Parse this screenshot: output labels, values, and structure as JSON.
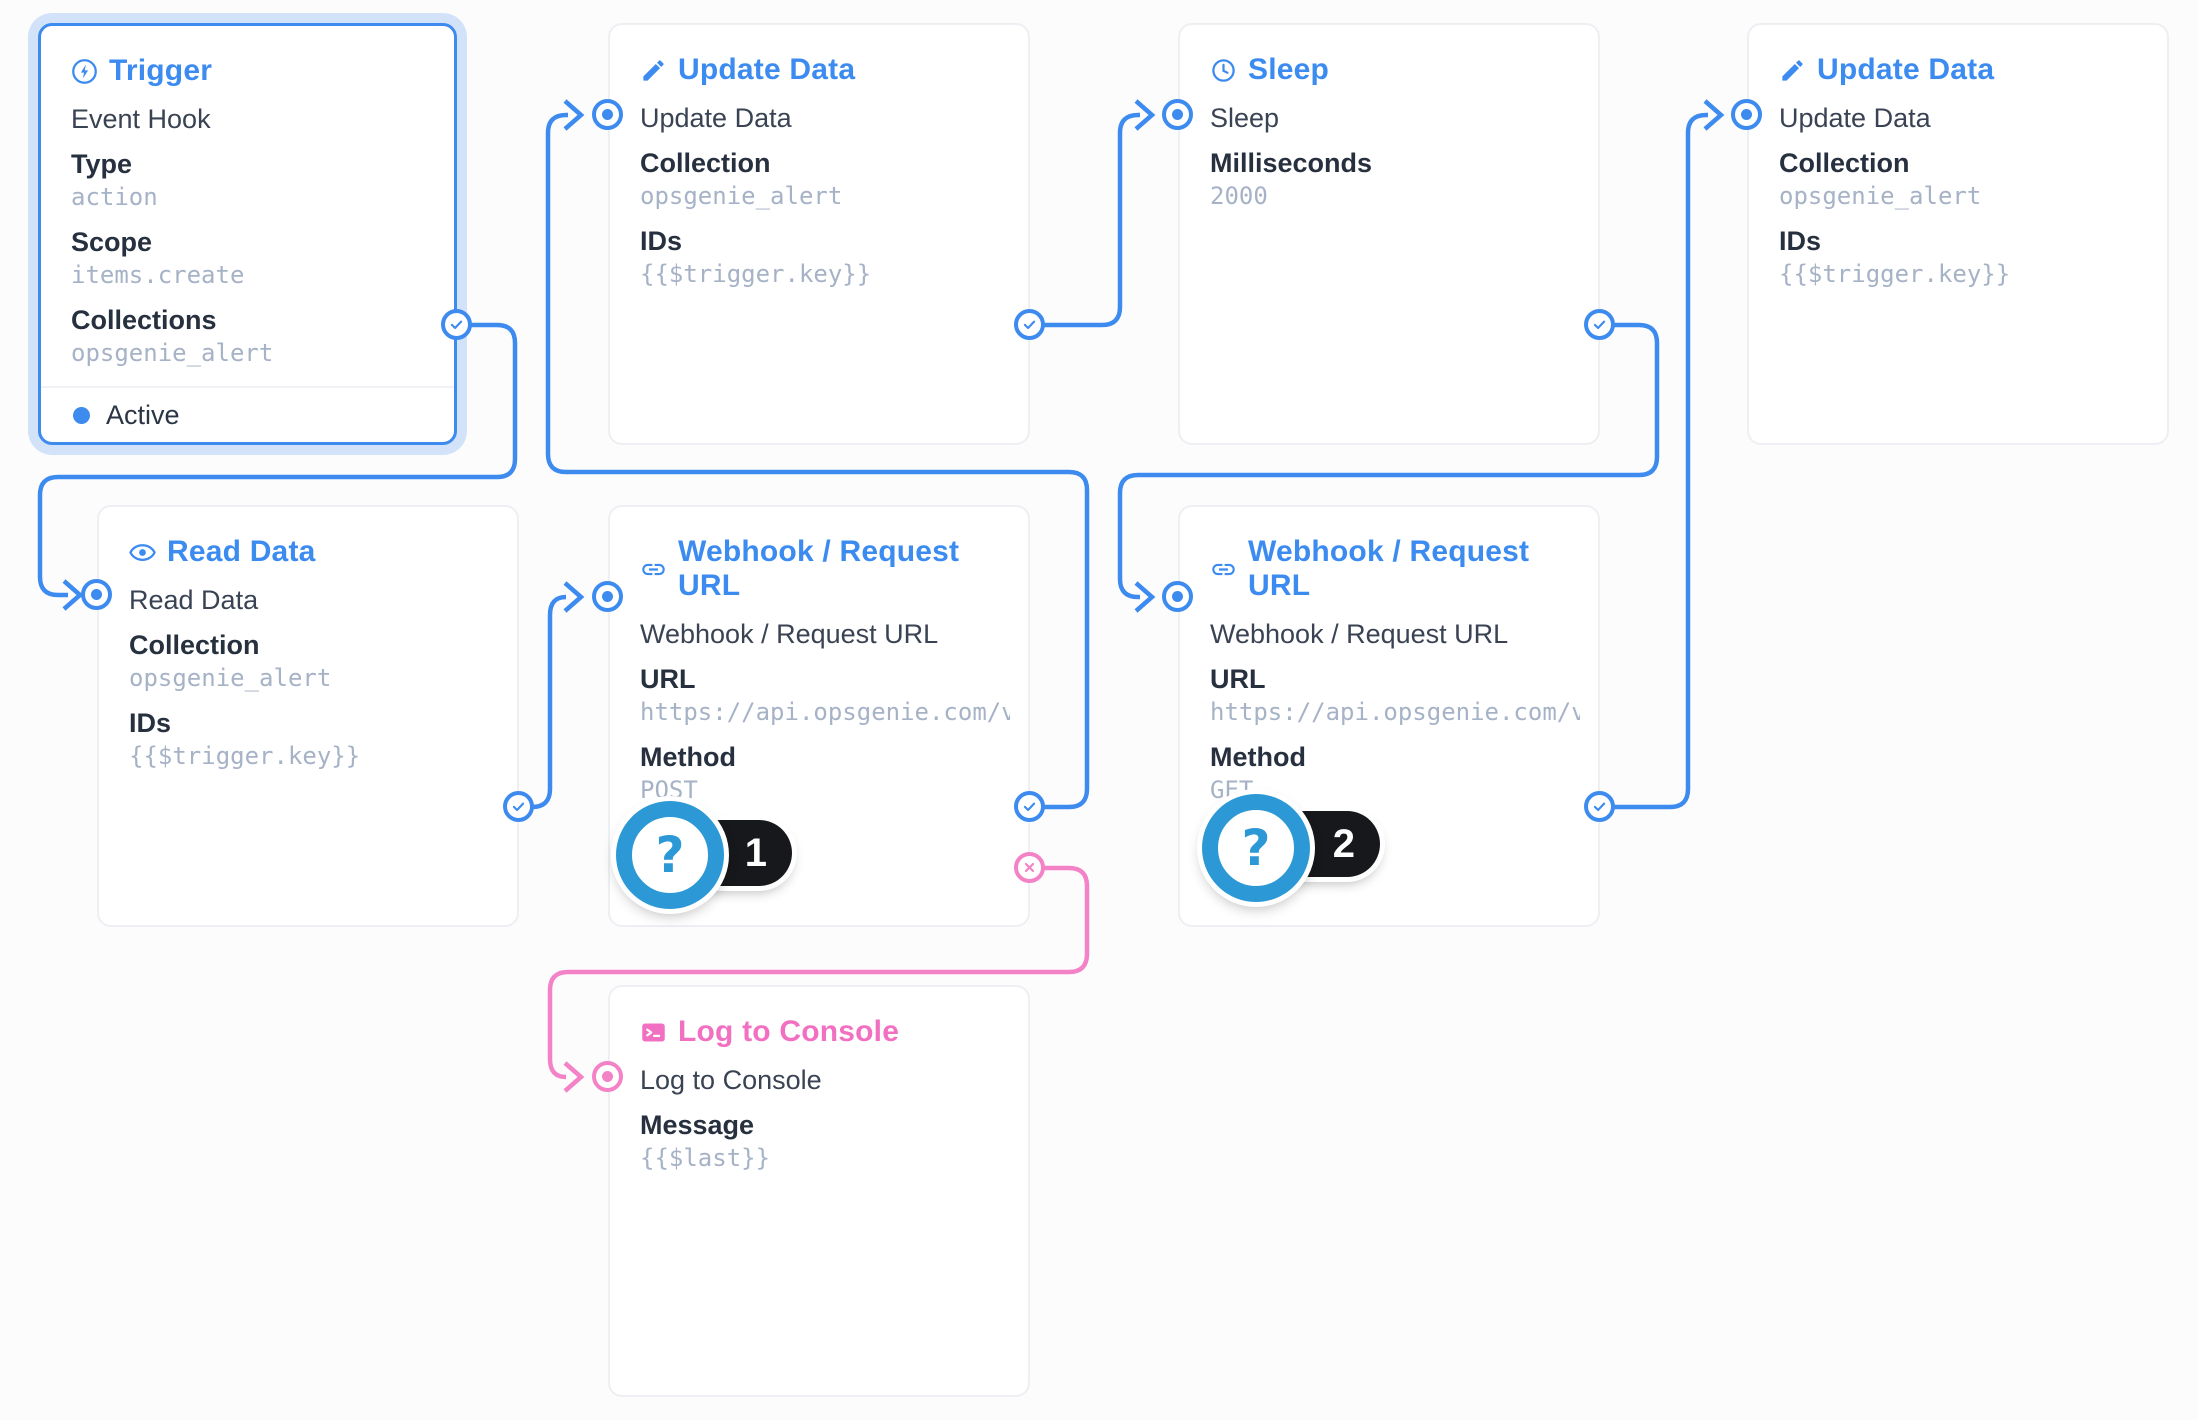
{
  "colors": {
    "accent_blue": "#3e8bef",
    "pink": "#f382c6",
    "badge_blue": "#2c99d6",
    "pill_black": "#17181b",
    "muted_value": "#a6b2c6",
    "canvas_bg": "#fcfcfd"
  },
  "nodes": {
    "trigger": {
      "title": "Trigger",
      "subtitle": "Event Hook",
      "fields": [
        {
          "label": "Type",
          "value": "action"
        },
        {
          "label": "Scope",
          "value": "items.create"
        },
        {
          "label": "Collections",
          "value": "opsgenie_alert"
        }
      ],
      "status": "Active"
    },
    "update_data_1": {
      "title": "Update Data",
      "subtitle": "Update Data",
      "fields": [
        {
          "label": "Collection",
          "value": "opsgenie_alert"
        },
        {
          "label": "IDs",
          "value": "{{$trigger.key}}"
        }
      ]
    },
    "sleep": {
      "title": "Sleep",
      "subtitle": "Sleep",
      "fields": [
        {
          "label": "Milliseconds",
          "value": "2000"
        }
      ]
    },
    "update_data_2": {
      "title": "Update Data",
      "subtitle": "Update Data",
      "fields": [
        {
          "label": "Collection",
          "value": "opsgenie_alert"
        },
        {
          "label": "IDs",
          "value": "{{$trigger.key}}"
        }
      ]
    },
    "read_data": {
      "title": "Read Data",
      "subtitle": "Read Data",
      "fields": [
        {
          "label": "Collection",
          "value": "opsgenie_alert"
        },
        {
          "label": "IDs",
          "value": "{{$trigger.key}}"
        }
      ]
    },
    "webhook_post": {
      "title": "Webhook / Request URL",
      "subtitle": "Webhook / Request URL",
      "fields": [
        {
          "label": "URL",
          "value": "https://api.opsgenie.com/v…"
        },
        {
          "label": "Method",
          "value": "POST"
        }
      ],
      "badge": {
        "glyph": "?",
        "count": "1"
      }
    },
    "webhook_get": {
      "title": "Webhook / Request URL",
      "subtitle": "Webhook / Request URL",
      "fields": [
        {
          "label": "URL",
          "value": "https://api.opsgenie.com/v…"
        },
        {
          "label": "Method",
          "value": "GET"
        }
      ],
      "badge": {
        "glyph": "?",
        "count": "2"
      }
    },
    "log_to_console": {
      "title": "Log to Console",
      "subtitle": "Log to Console",
      "fields": [
        {
          "label": "Message",
          "value": "{{$last}}"
        }
      ]
    }
  }
}
